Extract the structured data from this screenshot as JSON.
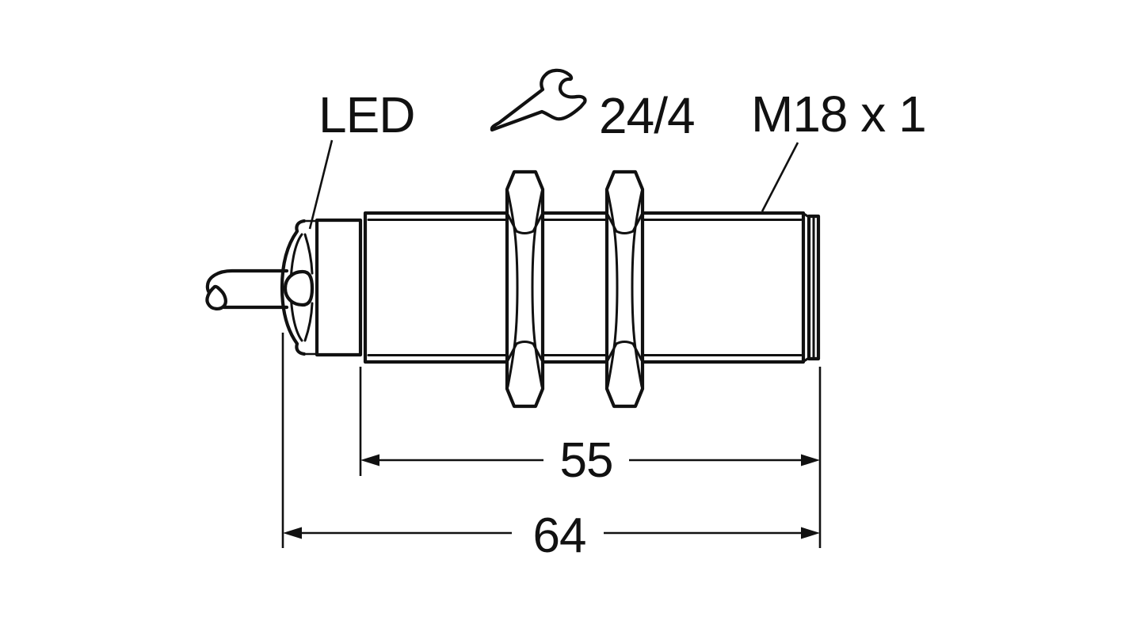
{
  "drawing": {
    "labels": {
      "led": "LED",
      "wrench_size": "24/4",
      "thread": "M18 x 1"
    },
    "dimensions": {
      "barrel_length": "55",
      "overall_length": "64"
    },
    "icons": {
      "wrench": "wrench-icon",
      "cable_break": "cable-break-icon"
    },
    "colors": {
      "line": "#111111",
      "background": "#ffffff"
    }
  }
}
